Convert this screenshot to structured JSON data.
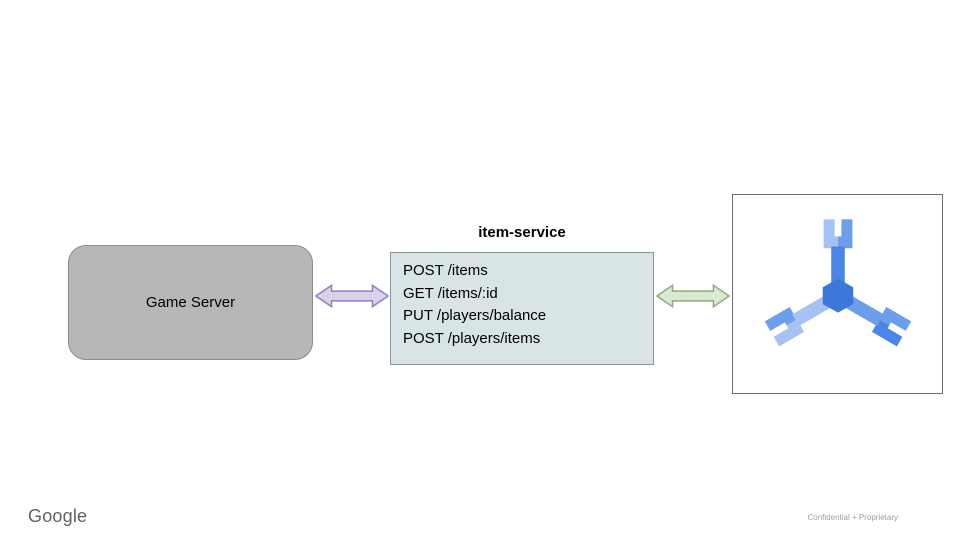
{
  "game_server": {
    "label": "Game Server"
  },
  "service_box": {
    "label": "item-service",
    "lines": [
      "POST /items",
      "GET /items/:id",
      "PUT /players/balance",
      "POST /players/items"
    ]
  },
  "connectors": {
    "left": {
      "fill": "#d9d2e9",
      "stroke": "#8e7cc3"
    },
    "right": {
      "fill": "#d9ead3",
      "stroke": "#93a978"
    }
  },
  "logo": {
    "name": "tri-arm-blue-game-services-logo",
    "colors": {
      "light": "#a4c2f4",
      "medium": "#6d9eeb",
      "accent": "#4a86e8",
      "dark": "#3c78d8"
    }
  },
  "footer": {
    "brand": "Google",
    "confidential": "Confidential + Proprietary"
  }
}
